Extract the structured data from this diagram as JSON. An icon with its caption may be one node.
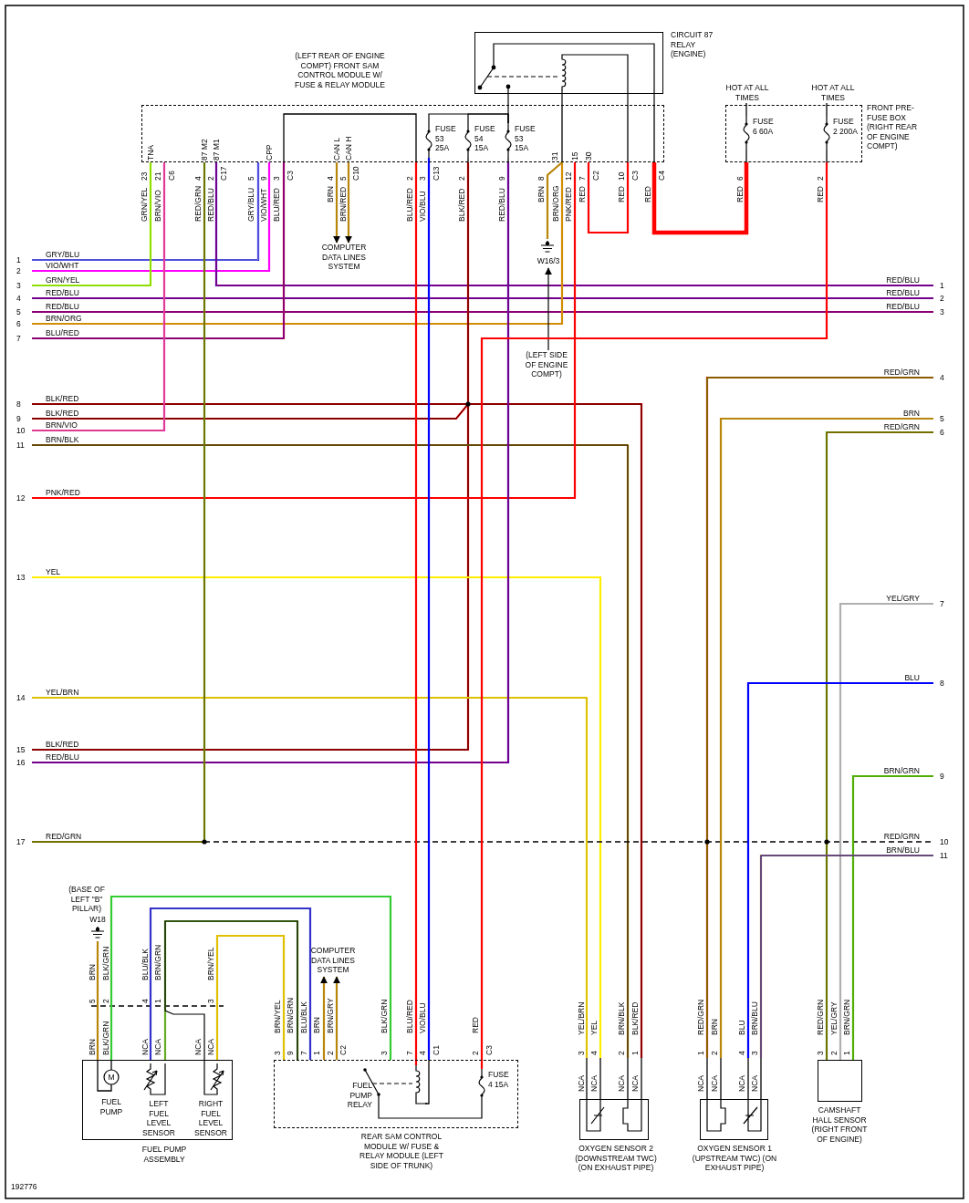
{
  "diagram": {
    "nodes": [
      {
        "text": [
          "(LEFT REAR OF ENGINE COMPT) FRONT SAM CONTROL MODULE W/ FUSE & RELAY MODULE"
        ]
      },
      {
        "text": [
          "CIRCUIT 87 RELAY (ENGINE)"
        ]
      },
      {
        "text": [
          "FUSE 53 25A"
        ],
        "in": 0
      },
      {
        "text": [
          "FUSE 54 15A"
        ],
        "in": 0
      },
      {
        "text": [
          "FUSE 53 15A"
        ],
        "in": 0
      },
      {
        "text": [
          "FRONT PRE-FUSE BOX (RIGHT REAR OF ENGINE COMPT)"
        ]
      },
      {
        "text": [
          "FUSE 6 60A"
        ],
        "in": 5
      },
      {
        "text": [
          "FUSE 2 200A"
        ],
        "in": 5
      },
      {
        "text": [
          "COMPUTER DATA LINES SYSTEM"
        ]
      },
      {
        "text": [
          "W16/3"
        ]
      },
      {
        "text": [
          "(LEFT SIDE OF ENGINE COMPT)"
        ]
      },
      {
        "text": [
          "(BASE OF LEFT \"B\" PILLAR)",
          "W18"
        ]
      },
      {
        "text": [
          "FUEL PUMP ASSEMBLY"
        ]
      },
      {
        "text": [
          "M",
          "FUEL PUMP"
        ],
        "in": 12
      },
      {
        "text": [
          "LEFT FUEL LEVEL SENSOR"
        ],
        "in": 12
      },
      {
        "text": [
          "RIGHT FUEL LEVEL SENSOR"
        ],
        "in": 12
      },
      {
        "text": [
          "COMPUTER DATA LINES SYSTEM"
        ]
      },
      {
        "text": [
          "REAR SAM CONTROL MODULE W/ FUSE & RELAY MODULE (LEFT SIDE OF TRUNK)"
        ]
      },
      {
        "text": [
          "FUEL PUMP RELAY"
        ],
        "in": 17
      },
      {
        "text": [
          "FUSE 4 15A"
        ],
        "in": 17
      },
      {
        "text": [
          "OXYGEN SENSOR 2 (DOWNSTREAM TWC) (ON EXHAUST PIPE)"
        ]
      },
      {
        "text": [
          "OXYGEN SENSOR 1 (UPSTREAM TWC) (ON EXHAUST PIPE)"
        ]
      },
      {
        "text": [
          "CAMSHAFT HALL SENSOR (RIGHT FRONT OF ENGINE)"
        ]
      }
    ],
    "edges": [
      {
        "from": 0,
        "to": 5,
        "arrow": "none",
        "style": "thick",
        "color": "#ff0000"
      },
      {
        "from": 0,
        "to": 8,
        "arrow": "to",
        "color": "#b8860b"
      },
      {
        "from": 0,
        "to": 8,
        "arrow": "to",
        "color": "#b8860b"
      },
      {
        "from": 0,
        "to": 9,
        "arrow": "none",
        "color": "#b8860b"
      },
      {
        "from": 10,
        "to": 9,
        "arrow": "to",
        "color": "#000000"
      },
      {
        "from": 12,
        "to": 11,
        "arrow": "none",
        "color": "#b8860b"
      },
      {
        "from": 12,
        "to": 17,
        "arrow": "none",
        "color": "#33cc33"
      },
      {
        "from": 12,
        "to": 17,
        "arrow": "none",
        "color": "#3333cc"
      },
      {
        "from": 12,
        "to": 17,
        "arrow": "none",
        "color": "#66aa22"
      },
      {
        "from": 12,
        "to": 17,
        "arrow": "none",
        "color": "#e0c000"
      },
      {
        "from": 17,
        "to": 16,
        "arrow": "to",
        "color": "#b8860b"
      },
      {
        "from": 17,
        "to": 16,
        "arrow": "to",
        "color": "#b8860b"
      },
      {
        "from": 1,
        "to": 4,
        "arrow": "none",
        "color": "#000000"
      },
      {
        "from": 1,
        "to": 0,
        "arrow": "none",
        "color": "#000000"
      },
      {
        "from": 1,
        "to": 0,
        "arrow": "none",
        "color": "#000000"
      },
      {
        "from": 1,
        "to": 0,
        "arrow": "none",
        "color": "#000000"
      },
      {
        "from": 19,
        "to": 18,
        "arrow": "none",
        "color": "#000000"
      },
      {
        "from": 2,
        "to": 4,
        "arrow": "none",
        "color": "#000000"
      },
      {
        "from": 3,
        "to": 4,
        "arrow": "none",
        "color": "#000000"
      },
      {
        "from": 5,
        "to": 19,
        "arrow": "none",
        "color": "#ff0000"
      },
      {
        "from": 0,
        "to": 18,
        "arrow": "none",
        "color": "#ff0000"
      },
      {
        "from": 2,
        "to": 17,
        "arrow": "none",
        "color": "#0000ff"
      },
      {
        "from": 15,
        "to": 17,
        "arrow": "none",
        "color": "#000000"
      }
    ],
    "labels": [
      "HOT AT ALL TIMES",
      "HOT AT ALL TIMES",
      "TNA",
      "87 M2",
      "87 M1",
      "CPP",
      "CAN L",
      "CAN H",
      "31",
      "15",
      "30",
      "23",
      "21",
      "C6",
      "4",
      "2",
      "C17",
      "5",
      "9",
      "3",
      "C3",
      "4",
      "5",
      "C10",
      "2",
      "3",
      "C13",
      "2",
      "9",
      "8",
      "12",
      "7",
      "C2",
      "10",
      "C3",
      "C4",
      "6",
      "2",
      "GRN/YEL",
      "BRN/VIO",
      "RED/GRN",
      "RED/BLU",
      "GRY/BLU",
      "VIO/WHT",
      "BLU/RED",
      "BRN",
      "BRN/RED",
      "BLU/RED",
      "VIO/BLU",
      "BLK/RED",
      "RED/BLU",
      "BRN",
      "BRN/ORG",
      "PNK/RED",
      "RED",
      "RED",
      "RED",
      "RED",
      "RED",
      "1",
      "GRY/BLU",
      "2",
      "VIO/WHT",
      "3",
      "GRN/YEL",
      "RED/BLU",
      "1",
      "4",
      "RED/BLU",
      "RED/BLU",
      "2",
      "5",
      "RED/BLU",
      "RED/BLU",
      "3",
      "6",
      "BRN/ORG",
      "7",
      "BLU/RED",
      "RED/GRN",
      "4",
      "8",
      "BLK/RED",
      "9",
      "BLK/RED",
      "BRN",
      "5",
      "10",
      "BRN/VIO",
      "RED/GRN",
      "6",
      "11",
      "BRN/BLK",
      "12",
      "PNK/RED",
      "13",
      "YEL",
      "YEL/GRY",
      "7",
      "BLU",
      "8",
      "14",
      "YEL/BRN",
      "15",
      "BLK/RED",
      "16",
      "RED/BLU",
      "BRN/GRN",
      "9",
      "17",
      "RED/GRN",
      "RED/GRN",
      "10",
      "BRN/BLU",
      "11",
      "BRN",
      "BLK/GRN",
      "BLU/BLK",
      "BRN/GRN",
      "BRN/YEL",
      "5",
      "2",
      "4",
      "1",
      "3",
      "BRN",
      "BLK/GRN",
      "NCA",
      "NCA",
      "NCA",
      "NCA",
      "BRN/YEL",
      "BRN/GRN",
      "BLU/BLK",
      "BRN",
      "BRN/GRY",
      "BLK/GRN",
      "BLU/RED",
      "VIO/BLU",
      "RED",
      "3",
      "9",
      "7",
      "1",
      "2",
      "C2",
      "3",
      "7",
      "4",
      "C1",
      "2",
      "C3",
      "YEL/BRN",
      "YEL",
      "BRN/BLK",
      "BLK/RED",
      "3",
      "4",
      "2",
      "1",
      "NCA",
      "NCA",
      "NCA",
      "NCA",
      "RED/GRN",
      "BRN",
      "BLU",
      "BRN/BLU",
      "1",
      "2",
      "4",
      "3",
      "NCA",
      "NCA",
      "NCA",
      "NCA",
      "RED/GRN",
      "YEL/GRY",
      "BRN/GRN",
      "3",
      "2",
      "1",
      "192776"
    ]
  }
}
